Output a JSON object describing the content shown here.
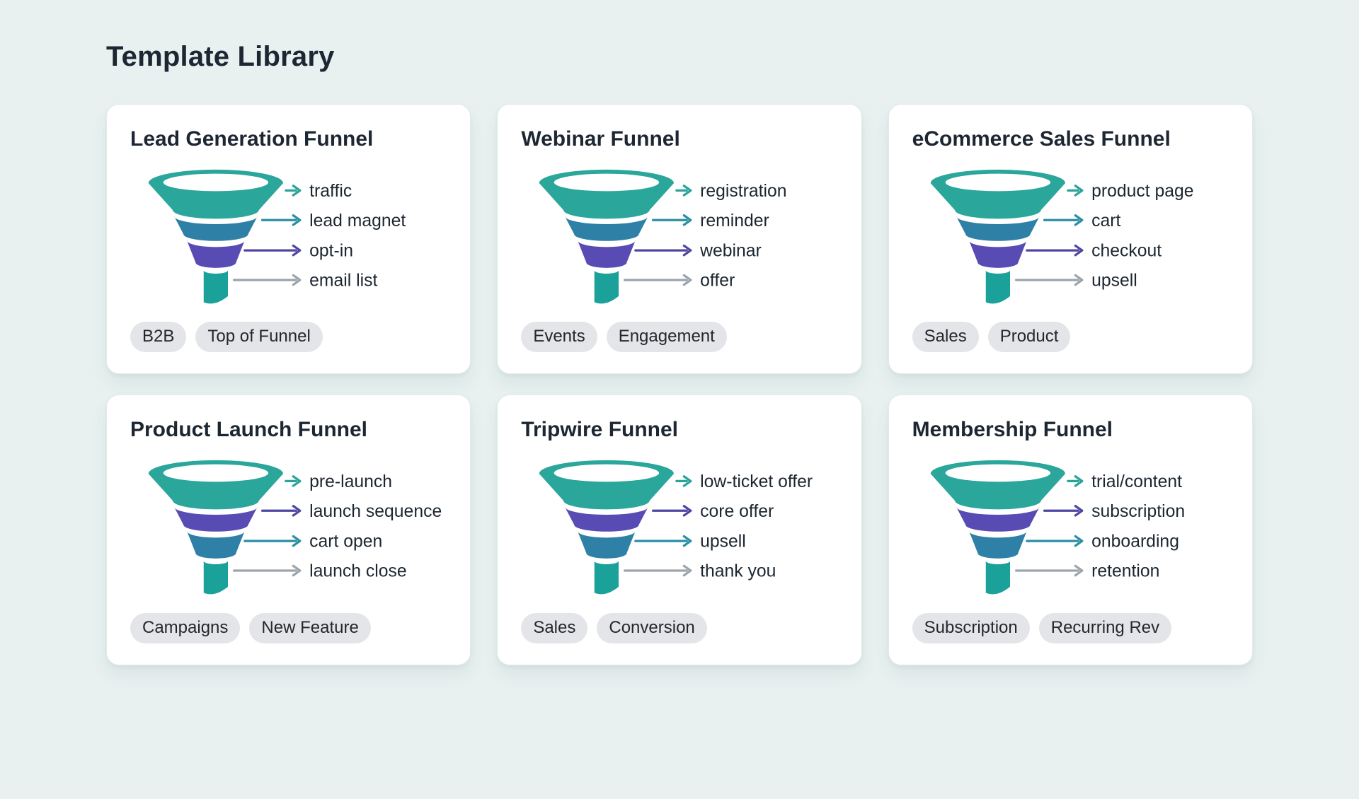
{
  "page": {
    "title": "Template Library"
  },
  "colors": {
    "background": "#e8f1f0",
    "card_bg": "#ffffff",
    "card_border": "#e4e9ea",
    "title_text": "#1d2733",
    "label_text": "#1c2630",
    "tag_bg": "#e4e5e9",
    "tag_text": "#26262c",
    "funnel_mouth": "#ffffff",
    "teal": "#2aa69b",
    "blue_teal": "#2e80a6",
    "purple": "#584bb3",
    "stem_teal": "#1aa29a",
    "arrow_teal": "#2aa39b",
    "arrow_blue_teal": "#2b8fa4",
    "arrow_purple": "#4f46a3",
    "arrow_gray": "#9ca4ac"
  },
  "cards": [
    {
      "title": "Lead Generation Funnel",
      "stages": [
        "traffic",
        "lead magnet",
        "opt-in",
        "email list"
      ],
      "tags": [
        "B2B",
        "Top of Funnel"
      ],
      "bands": [
        "teal",
        "blue_teal",
        "purple",
        "stem_teal"
      ],
      "arrows": [
        "arrow_teal",
        "arrow_blue_teal",
        "arrow_purple",
        "arrow_gray"
      ]
    },
    {
      "title": "Webinar Funnel",
      "stages": [
        "registration",
        "reminder",
        "webinar",
        "offer"
      ],
      "tags": [
        "Events",
        "Engagement"
      ],
      "bands": [
        "teal",
        "blue_teal",
        "purple",
        "stem_teal"
      ],
      "arrows": [
        "arrow_teal",
        "arrow_blue_teal",
        "arrow_purple",
        "arrow_gray"
      ]
    },
    {
      "title": "eCommerce Sales Funnel",
      "stages": [
        "product page",
        "cart",
        "checkout",
        "upsell"
      ],
      "tags": [
        "Sales",
        "Product"
      ],
      "bands": [
        "teal",
        "blue_teal",
        "purple",
        "stem_teal"
      ],
      "arrows": [
        "arrow_teal",
        "arrow_blue_teal",
        "arrow_purple",
        "arrow_gray"
      ]
    },
    {
      "title": "Product Launch Funnel",
      "stages": [
        "pre-launch",
        "launch sequence",
        "cart open",
        "launch close"
      ],
      "tags": [
        "Campaigns",
        "New Feature"
      ],
      "bands": [
        "teal",
        "purple",
        "blue_teal",
        "stem_teal"
      ],
      "arrows": [
        "arrow_teal",
        "arrow_purple",
        "arrow_blue_teal",
        "arrow_gray"
      ]
    },
    {
      "title": "Tripwire Funnel",
      "stages": [
        "low-ticket offer",
        "core offer",
        "upsell",
        "thank you"
      ],
      "tags": [
        "Sales",
        "Conversion"
      ],
      "bands": [
        "teal",
        "purple",
        "blue_teal",
        "stem_teal"
      ],
      "arrows": [
        "arrow_teal",
        "arrow_purple",
        "arrow_blue_teal",
        "arrow_gray"
      ]
    },
    {
      "title": "Membership Funnel",
      "stages": [
        "trial/content",
        "subscription",
        "onboarding",
        "retention"
      ],
      "tags": [
        "Subscription",
        "Recurring Rev"
      ],
      "bands": [
        "teal",
        "purple",
        "blue_teal",
        "stem_teal"
      ],
      "arrows": [
        "arrow_teal",
        "arrow_purple",
        "arrow_blue_teal",
        "arrow_gray"
      ]
    }
  ]
}
